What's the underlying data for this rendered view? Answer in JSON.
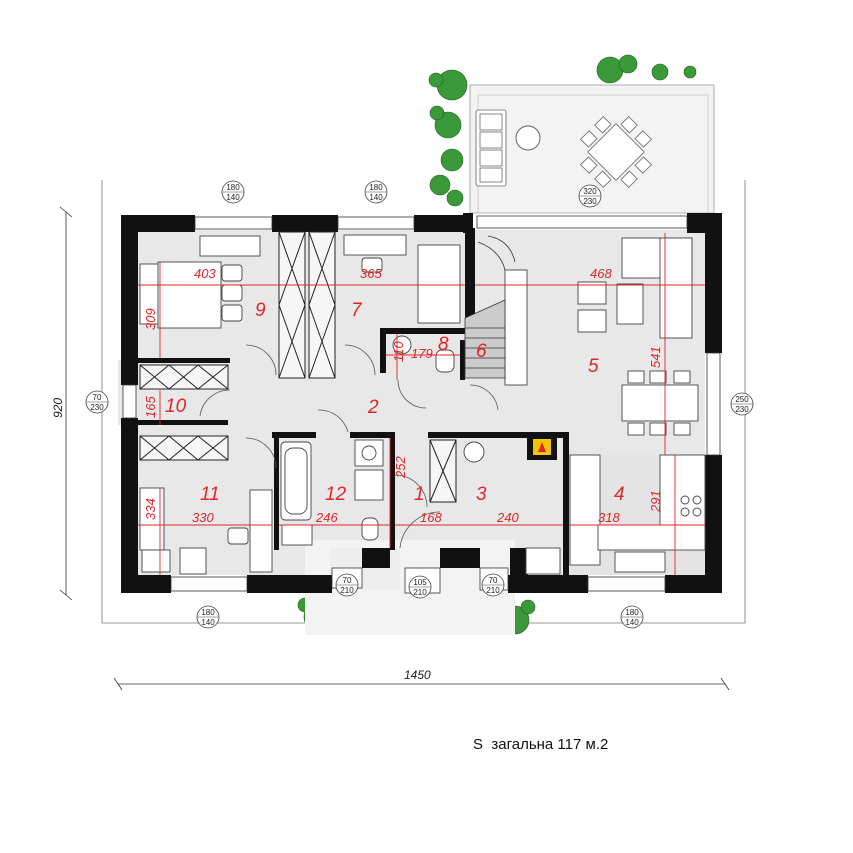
{
  "colors": {
    "wall": "#111111",
    "floor": "#e8e8e8",
    "terrace": "#f4f4f4",
    "dimension": "#e0262b",
    "greenery": "#2f8a2f",
    "fireplace": "#f2c500"
  },
  "rooms": [
    {
      "num": "1"
    },
    {
      "num": "2"
    },
    {
      "num": "3"
    },
    {
      "num": "4"
    },
    {
      "num": "5"
    },
    {
      "num": "6"
    },
    {
      "num": "7"
    },
    {
      "num": "8"
    },
    {
      "num": "9"
    },
    {
      "num": "10"
    },
    {
      "num": "11"
    },
    {
      "num": "12"
    }
  ],
  "dims": [
    "403",
    "365",
    "468",
    "309",
    "110",
    "179",
    "541",
    "165",
    "252",
    "334",
    "330",
    "246",
    "168",
    "240",
    "318",
    "291"
  ],
  "openings": [
    {
      "w": "180",
      "h": "140"
    },
    {
      "w": "180",
      "h": "140"
    },
    {
      "w": "320",
      "h": "230"
    },
    {
      "w": "70",
      "h": "230"
    },
    {
      "w": "250",
      "h": "230"
    },
    {
      "w": "70",
      "h": "210"
    },
    {
      "w": "105",
      "h": "210"
    },
    {
      "w": "70",
      "h": "210"
    },
    {
      "w": "180",
      "h": "140"
    },
    {
      "w": "180",
      "h": "140"
    }
  ],
  "overall": {
    "width": "1450",
    "depth": "920"
  },
  "total_area": {
    "symbol": "S",
    "text": "загальна 117 м.2"
  }
}
